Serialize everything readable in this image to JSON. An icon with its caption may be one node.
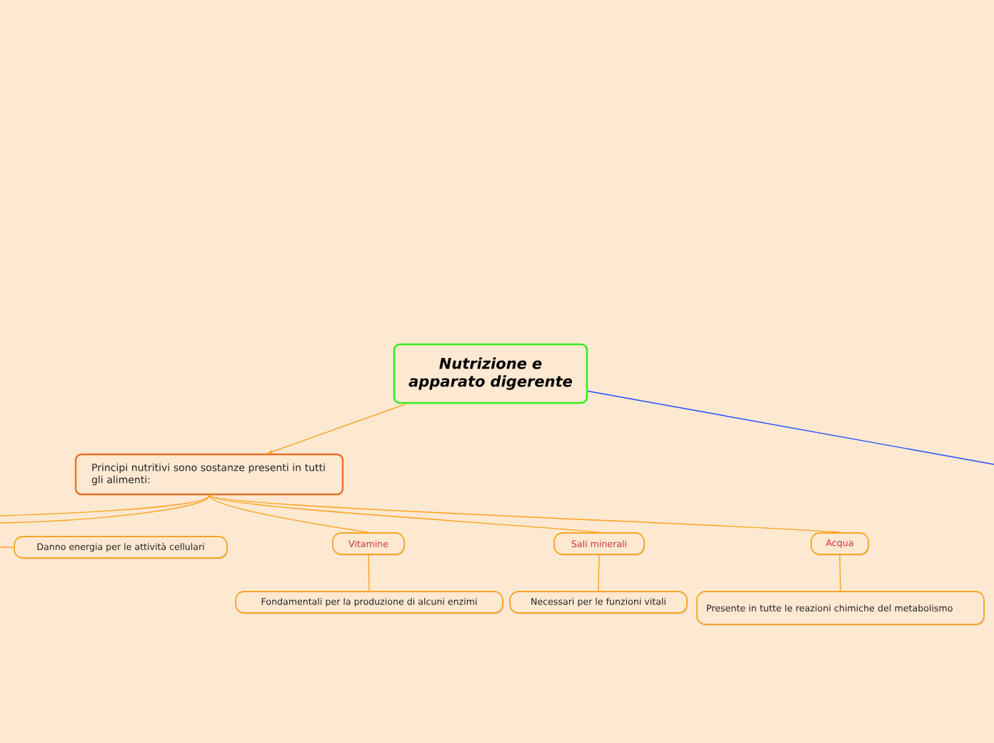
{
  "diagram": {
    "nodes": [
      {
        "text": [
          "Nutrizione e apparato digerente"
        ]
      },
      {
        "text": [
          "Principi nutritivi sono sostanze presenti in tutti gli alimenti:"
        ]
      },
      {
        "text": [
          "Danno energia per le attività cellulari"
        ]
      },
      {
        "text": [
          "Vitamine"
        ]
      },
      {
        "text": [
          "Fondamentali per la produzione di alcuni enzimi"
        ]
      },
      {
        "text": [
          "Sali minerali"
        ]
      },
      {
        "text": [
          "Necessari per le funzioni vitali"
        ]
      },
      {
        "text": [
          "Acqua"
        ]
      },
      {
        "text": [
          "Presente in tutte le reazioni chimiche del metabolismo"
        ]
      }
    ],
    "edges": [
      {
        "from": 0,
        "to": 1,
        "arrow": "to"
      },
      {
        "from": 0,
        "to": null,
        "arrow": "none",
        "color": "#1f4fff"
      },
      {
        "from": 1,
        "to": null,
        "arrow": "none"
      },
      {
        "from": 1,
        "to": null,
        "arrow": "none"
      },
      {
        "from": null,
        "to": 2,
        "arrow": "none"
      },
      {
        "from": 1,
        "to": 3,
        "arrow": "none"
      },
      {
        "from": 1,
        "to": 5,
        "arrow": "none"
      },
      {
        "from": 1,
        "to": 7,
        "arrow": "none"
      },
      {
        "from": 3,
        "to": 4,
        "arrow": "none"
      },
      {
        "from": 5,
        "to": 6,
        "arrow": "none"
      },
      {
        "from": 7,
        "to": 8,
        "arrow": "none"
      }
    ]
  }
}
